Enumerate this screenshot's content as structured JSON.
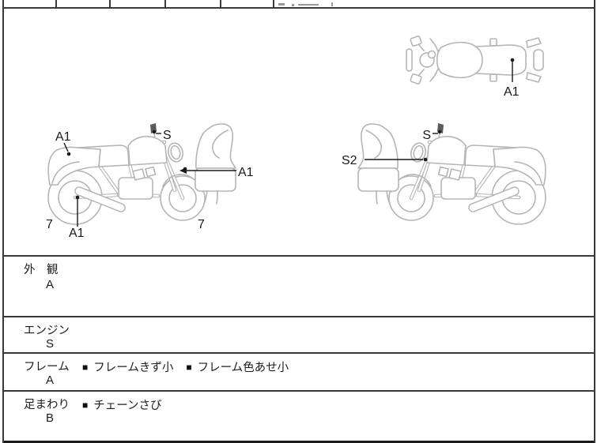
{
  "colors": {
    "line_art": "#b5b5b5",
    "border": "#3a3a3a",
    "label_text": "#1a1a1a"
  },
  "diagram": {
    "labels": {
      "left_rear_cowl": "A1",
      "left_mirror": "S",
      "left_front_fork": "A1",
      "left_rear_wheel": "7",
      "left_exhaust": "A1",
      "left_front_wheel": "7",
      "right_mirror": "S",
      "right_headlight": "S2",
      "top_view_seat": "A1"
    }
  },
  "inspection": {
    "bullet_icon": "■",
    "rows": [
      {
        "category": "外　観",
        "grade": "A",
        "comments": []
      },
      {
        "category": "エンジン",
        "grade": "S",
        "comments": []
      },
      {
        "category": "フレーム",
        "grade": "A",
        "comments": [
          "フレームきず小",
          "フレーム色あせ小"
        ]
      },
      {
        "category": "足まわり",
        "grade": "B",
        "comments": [
          "チェーンさび"
        ]
      }
    ]
  }
}
